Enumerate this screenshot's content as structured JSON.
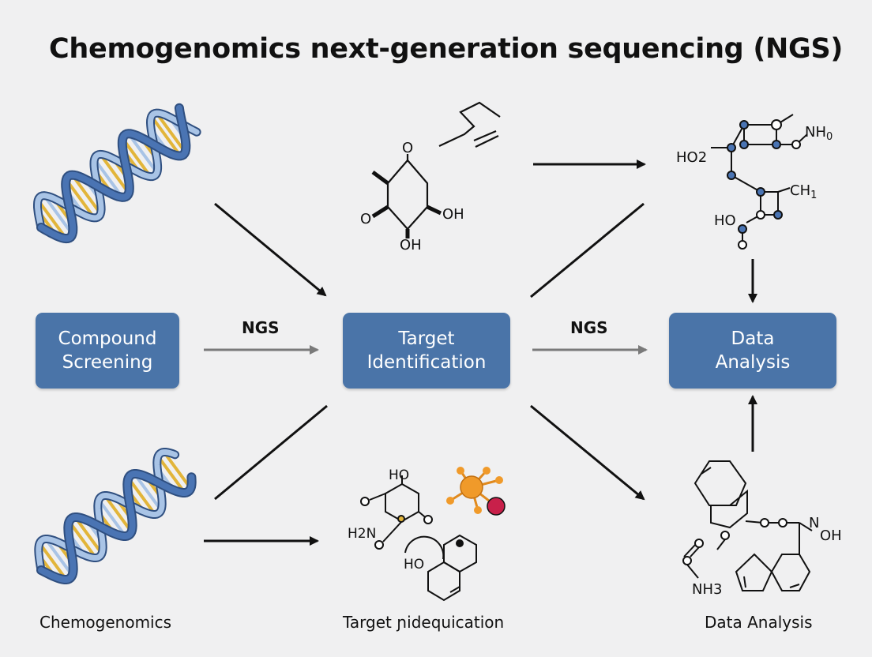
{
  "title": "Chemogenomics next-generation sequencing (NGS)",
  "colors": {
    "box": "#4a74a8",
    "box_text": "#ffffff",
    "arrow": "#111111",
    "arrow_gray": "#7a7a7a",
    "dna_blue": "#4a74b3",
    "dna_light": "#a9c4e6",
    "dna_yellow": "#e2b53a",
    "orange": "#f09a2a",
    "crimson": "#c8204a"
  },
  "boxes": {
    "compound": "Compound\nScreening",
    "target": "Target\nIdentification",
    "data": "Data\nAnalysis"
  },
  "edge_labels": {
    "ngs_left": "NGS",
    "ngs_right": "NGS"
  },
  "captions": {
    "left": "Chemogenomics",
    "center": "Target  ɲidequication",
    "right": "Data Analysis"
  },
  "molecules": {
    "center_top": {
      "o_top": "O",
      "o_left": "O",
      "oh_right": "OH",
      "oh_bottom": "OH"
    },
    "right_top": {
      "nh": "NH",
      "nh_sub": "0",
      "ho2": "HO2",
      "ch": "CH",
      "ch_sub": "1",
      "ho": "HO"
    },
    "center_bottom": {
      "ho": "HO",
      "h2n": "H2N",
      "ho_low": "HO"
    },
    "right_bottom": {
      "n": "N",
      "oh": "OH",
      "nh3": "NH3"
    }
  },
  "icons": [
    "dna-helix-icon",
    "molecule-icon",
    "arrow-icon"
  ]
}
